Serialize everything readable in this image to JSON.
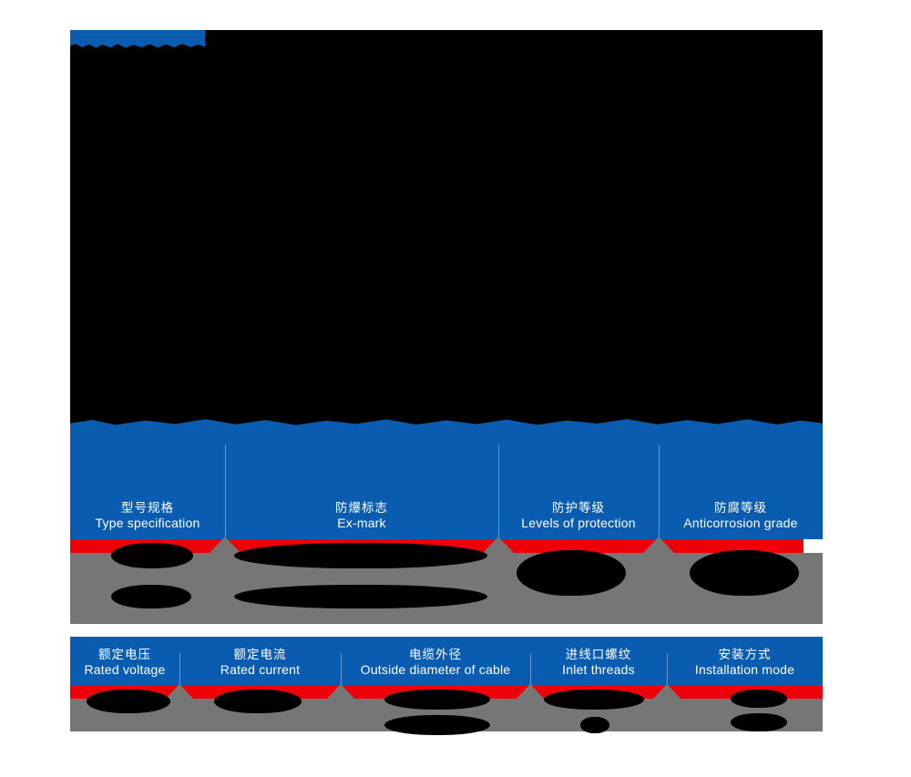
{
  "document": {
    "kind": "product-specification-panel",
    "title_bar_present": true,
    "redaction_note": "hero image and all specification values are blacked out"
  },
  "palette": {
    "blue": "#0A5CB0",
    "red": "#ED0008",
    "gray": "#767676",
    "black": "#000000",
    "white": "#FFFFFF"
  },
  "spec_rows": [
    {
      "row_id": "row-1",
      "columns": [
        {
          "key": "type-specification",
          "cn": "型号规格",
          "en": "Type specification",
          "value": "",
          "value_redacted": true,
          "value_lines": 2
        },
        {
          "key": "ex-mark",
          "cn": "防爆标志",
          "en": "Ex-mark",
          "value": "",
          "value_redacted": true,
          "value_lines": 2
        },
        {
          "key": "levels-of-protection",
          "cn": "防护等级",
          "en": "Levels of protection",
          "value": "",
          "value_redacted": true,
          "value_lines": 1
        },
        {
          "key": "anticorrosion-grade",
          "cn": "防腐等级",
          "en": "Anticorrosion grade",
          "value": "",
          "value_redacted": true,
          "value_lines": 1
        }
      ]
    },
    {
      "row_id": "row-2",
      "columns": [
        {
          "key": "rated-voltage",
          "cn": "额定电压",
          "en": "Rated voltage",
          "value": "",
          "value_redacted": true,
          "value_lines": 1
        },
        {
          "key": "rated-current",
          "cn": "额定电流",
          "en": "Rated current",
          "value": "",
          "value_redacted": true,
          "value_lines": 1
        },
        {
          "key": "outside-diameter-of-cable",
          "cn": "电缆外径",
          "en": "Outside diameter of cable",
          "value": "",
          "value_redacted": true,
          "value_lines": 2
        },
        {
          "key": "inlet-threads",
          "cn": "进线口螺纹",
          "en": "Inlet threads",
          "value": "",
          "value_redacted": true,
          "value_lines": 2
        },
        {
          "key": "installation-mode",
          "cn": "安装方式",
          "en": "Installation mode",
          "value": "",
          "value_redacted": true,
          "value_lines": 2
        }
      ]
    }
  ]
}
